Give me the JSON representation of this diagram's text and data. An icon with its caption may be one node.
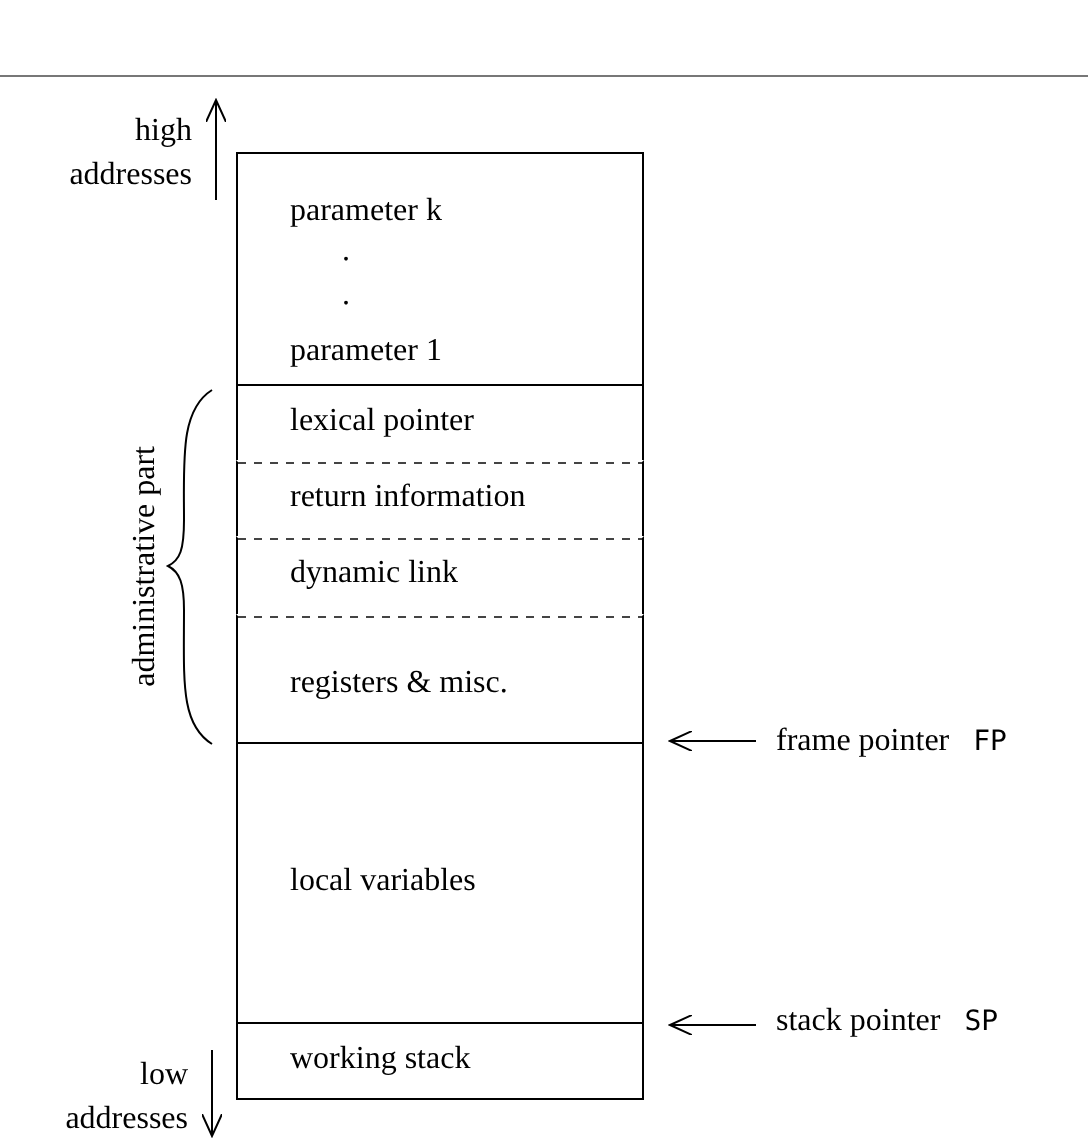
{
  "diagram": {
    "nodes": [
      {
        "text": [
          "parameter k",
          ".",
          ".",
          "parameter 1"
        ]
      },
      {
        "text": [
          "lexical pointer"
        ]
      },
      {
        "text": [
          "return information"
        ]
      },
      {
        "text": [
          "dynamic link"
        ]
      },
      {
        "text": [
          "registers & misc."
        ]
      },
      {
        "text": [
          "local variables"
        ]
      },
      {
        "text": [
          "working stack"
        ]
      },
      {
        "text": [
          "frame pointer",
          "FP"
        ]
      },
      {
        "text": [
          "stack pointer",
          "SP"
        ]
      }
    ],
    "edges": [
      {
        "from": 7,
        "to": 4,
        "arrow": "to"
      },
      {
        "from": 8,
        "to": 6,
        "arrow": "to"
      }
    ],
    "labels": [
      "high addresses",
      "administrative part",
      "low addresses"
    ]
  }
}
